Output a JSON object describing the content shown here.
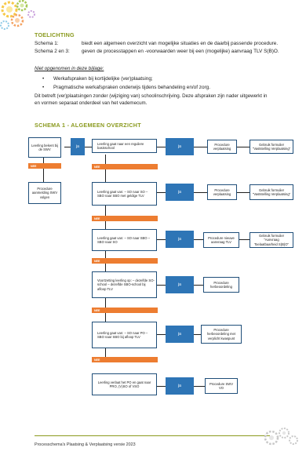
{
  "toelichting": {
    "title": "TOELICHTING",
    "rows": [
      {
        "key": "Schema 1:",
        "value": "biedt een algemeen overzicht van mogelijke situaties en de daarbij passende procedure."
      },
      {
        "key": "Schema 2 en 3:",
        "value": "geven de processtappen en -voorwaarden weer bij een (mogelijke) aanvraag TLV S(B)O."
      }
    ],
    "niet_title": "Niet opgenomen in deze bijlage:",
    "bullets": [
      "Werkafspraken bij kortijdelijke (ver)plaatsing;",
      "Pragmatische werkafspraken onderwijs tijdens behandeling en/of zorg."
    ],
    "paragraph": [
      "Dit betreft (ver)plaatsingen zonder (wijziging van) schoolinschrijving. Deze afspraken zijn nader uitgewerkt in",
      "en vormen separaat onderdeel van het vademecum."
    ]
  },
  "schema1": {
    "title": "SCHEMA 1  -  ALGEMEEN OVERZICHT",
    "ja_label": "ja",
    "nee_label": "NEE",
    "start": "Leerling bekent bij de SWV",
    "start_no": "Procedure aanmelding SWV volgen",
    "steps": [
      {
        "question": "Leerling gaat naar een reguliere basisschool",
        "procedure": "Procedure verplaatsing",
        "form": "Gebruik formulier \"Vaststelling Verplaatsing\""
      },
      {
        "question": "Leerling gaat van: – SO naar SO – SBO naar SBO met geldige TLV",
        "procedure": "Procedure verplaatsing",
        "form": "Gebruik formulier \"Vaststelling Verplaatsing\""
      },
      {
        "question": "Leerling gaat van: – SO naar SBO – SBO naar SO",
        "procedure": "Procedure nieuwe aanvraag TLV",
        "form": "Gebruik formulier \"Aanvraag Toelaatbaarheid S(B)O\""
      },
      {
        "question": "Voortzetting leerling op: – dezelfde SO-school – dezelfde SBO-school bij afloop TLV",
        "procedure": "Procedure herbeoordeling",
        "form": ""
      },
      {
        "question": "Leerling gaat van: – SO naar PO – SBO naar SBO bij afloop TLV",
        "procedure": "Procedure herbeoordeling met verplicht kwaspunt",
        "form": ""
      },
      {
        "question": "Leerling verlaat het PO en gaat naar PRO, (V)SO of VSO",
        "procedure": "Procedure SWV VO",
        "form": ""
      }
    ]
  },
  "footer": {
    "text": "Processchema's Plaatsing & Verplaatsing versie 2023"
  },
  "colors": {
    "accent": "#8a9a1e",
    "ja": "#2e75b6",
    "nee": "#ed7d31",
    "border": "#1f4e79"
  },
  "icons": [
    "gears-icon",
    "gears-footer-icon"
  ]
}
